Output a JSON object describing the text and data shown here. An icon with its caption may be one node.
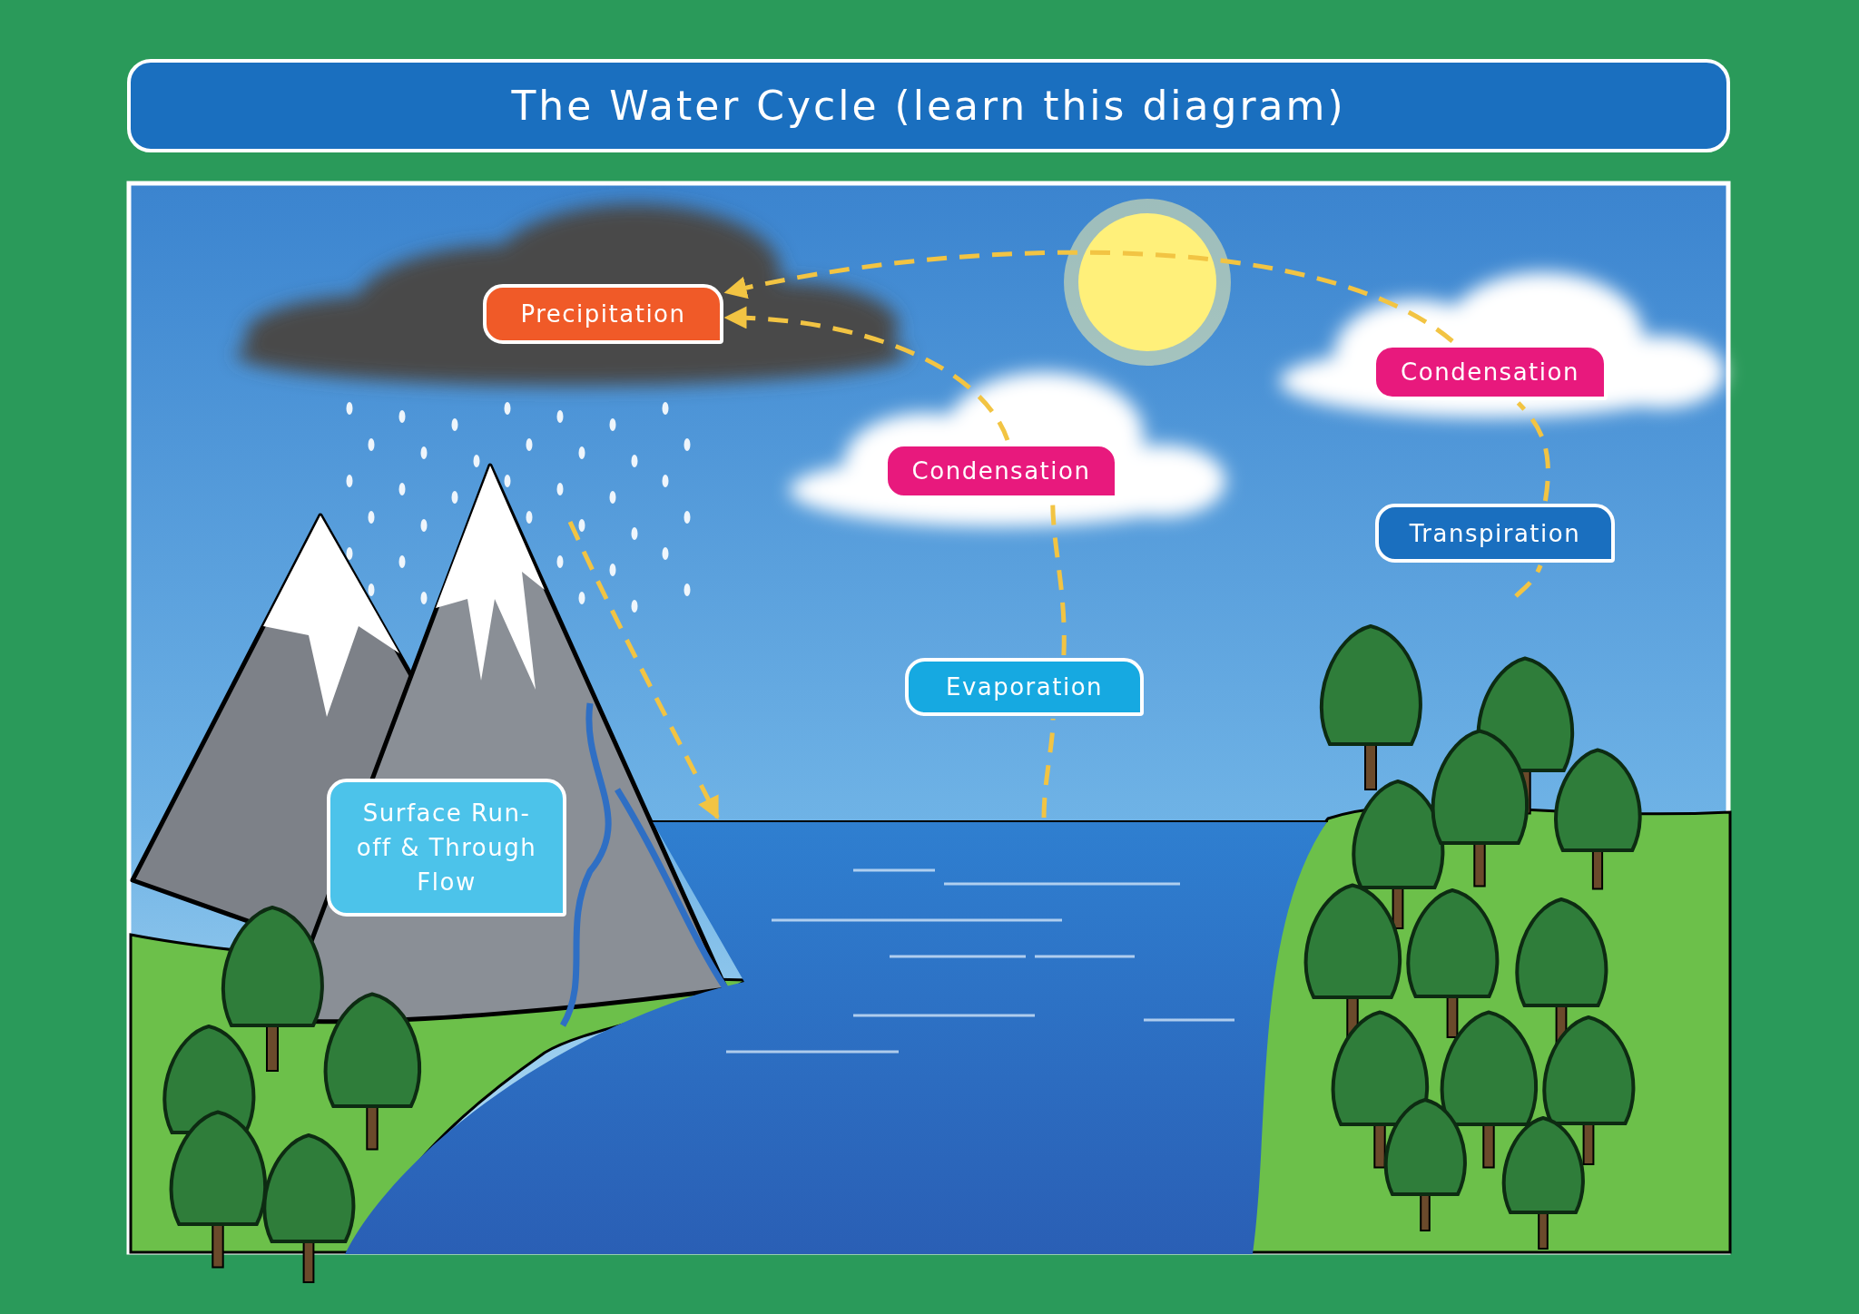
{
  "diagram": {
    "title": "The Water Cycle (learn this diagram)",
    "nodes": [
      {
        "text": [
          "Precipitation"
        ]
      },
      {
        "text": [
          "Condensation"
        ]
      },
      {
        "text": [
          "Condensation"
        ]
      },
      {
        "text": [
          "Transpiration"
        ]
      },
      {
        "text": [
          "Evaporation"
        ]
      },
      {
        "text": [
          "Surface Run-off & Through Flow"
        ]
      },
      {
        "text": [],
        "shape": "picture"
      },
      {
        "text": [],
        "shape": "picture"
      }
    ],
    "edges": [
      {
        "from": 6,
        "to": 4,
        "arrow": "none",
        "style": "dashed"
      },
      {
        "from": 4,
        "to": 1,
        "arrow": "none",
        "style": "dashed"
      },
      {
        "from": 1,
        "to": 0,
        "arrow": "to",
        "style": "dashed"
      },
      {
        "from": 7,
        "to": 3,
        "arrow": "none",
        "style": "dashed"
      },
      {
        "from": 3,
        "to": 2,
        "arrow": "none",
        "style": "dashed"
      },
      {
        "from": 2,
        "to": 0,
        "arrow": "to",
        "style": "dashed"
      },
      {
        "from": null,
        "to": 6,
        "arrow": "to",
        "style": "dashed"
      }
    ]
  }
}
